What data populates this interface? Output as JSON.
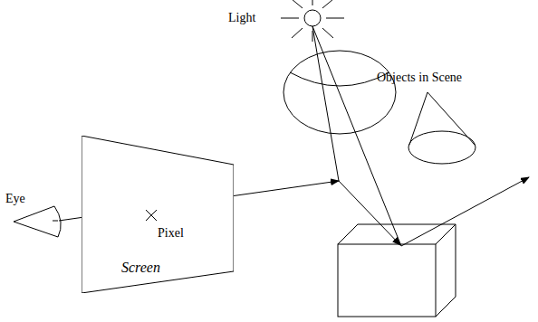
{
  "diagram": {
    "nodes": [
      {
        "text": [
          "Pixel",
          "Screen"
        ]
      }
    ],
    "labels": [
      "Light",
      "Objects in Scene",
      "Eye"
    ]
  }
}
